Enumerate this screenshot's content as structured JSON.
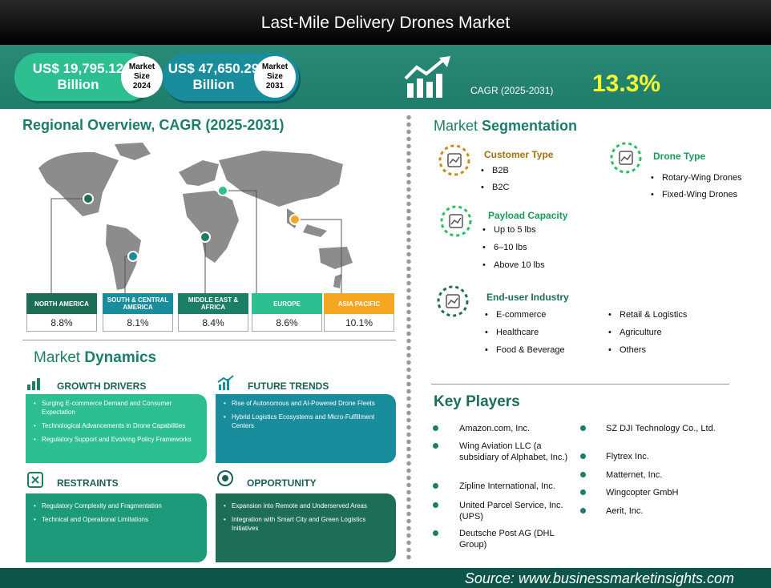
{
  "title": "Last-Mile Delivery Drones Market",
  "stats": {
    "size_2024_value": "US$ 19,795.12",
    "size_2024_unit": "Billion",
    "size_2024_l1": "Market",
    "size_2024_l2": "Size",
    "size_2024_year": "2024",
    "size_2031_value": "US$ 47,650.29",
    "size_2031_unit": "Billion",
    "size_2031_l1": "Market",
    "size_2031_l2": "Size",
    "size_2031_year": "2031",
    "cagr_label": "CAGR (2025-2031)",
    "cagr_value": "13.3%"
  },
  "regional": {
    "title_a": "Regional Overview, ",
    "title_b": "CAGR (2025-2031)",
    "regions": [
      {
        "name": "NORTH AMERICA",
        "value": "8.8%",
        "color": "#1d6e55"
      },
      {
        "name": "SOUTH & CENTRAL AMERICA",
        "value": "8.1%",
        "color": "#1a8d9c"
      },
      {
        "name": "MIDDLE EAST & AFRICA",
        "value": "8.4%",
        "color": "#1d7e68"
      },
      {
        "name": "EUROPE",
        "value": "8.6%",
        "color": "#2dbf8f"
      },
      {
        "name": "ASIA PACIFIC",
        "value": "10.1%",
        "color": "#f5a623"
      }
    ]
  },
  "dynamics": {
    "title_a": "Market ",
    "title_b": "Dynamics",
    "growth_title": "GROWTH DRIVERS",
    "growth": [
      "Surging E-commerce Demand and Consumer Expectation",
      "Technological Advancements in Drone Capabilities",
      "Regulatory Support and Evolving Policy Frameworks"
    ],
    "trends_title": "FUTURE TRENDS",
    "trends": [
      "Rise of Autonomous and AI-Powered Drone Fleets",
      "Hybrid Logistics Ecosystems and Micro-Fulfillment Centers"
    ],
    "restraints_title": "RESTRAINTS",
    "restraints": [
      "Regulatory Complexity and Fragmentation",
      "Technical and Operational Limitations"
    ],
    "opportunity_title": "OPPORTUNITY",
    "opportunity": [
      "Expansion into Remote and Underserved Areas",
      "Integration with Smart City and Green Logistics Initiatives"
    ]
  },
  "segmentation": {
    "title_a": "Market ",
    "title_b": "Segmentation",
    "customer_title": "Customer Type",
    "customer": [
      "B2B",
      "B2C"
    ],
    "drone_title": "Drone Type",
    "drone": [
      "Rotary-Wing Drones",
      "Fixed-Wing Drones"
    ],
    "payload_title": "Payload Capacity",
    "payload": [
      "Up to 5 lbs",
      "6–10 lbs",
      "Above  10 lbs"
    ],
    "enduser_title": "End-user Industry",
    "enduser_left": [
      "E-commerce",
      "Healthcare",
      "Food & Beverage"
    ],
    "enduser_right": [
      "Retail & Logistics",
      "Agriculture",
      "Others"
    ]
  },
  "key_players": {
    "title": "Key Players",
    "left": [
      "Amazon.com, Inc.",
      "Wing Aviation LLC (a subsidiary of Alphabet, Inc.)",
      "Zipline International, Inc.",
      "United Parcel Service, Inc. (UPS)",
      "Deutsche Post AG (DHL Group)"
    ],
    "right": [
      "SZ DJI Technology Co., Ltd.",
      "Flytrex Inc.",
      "Matternet, Inc.",
      "Wingcopter GmbH",
      "Aerit, Inc."
    ]
  },
  "source": "Source:  www.businessmarketinsights.com"
}
